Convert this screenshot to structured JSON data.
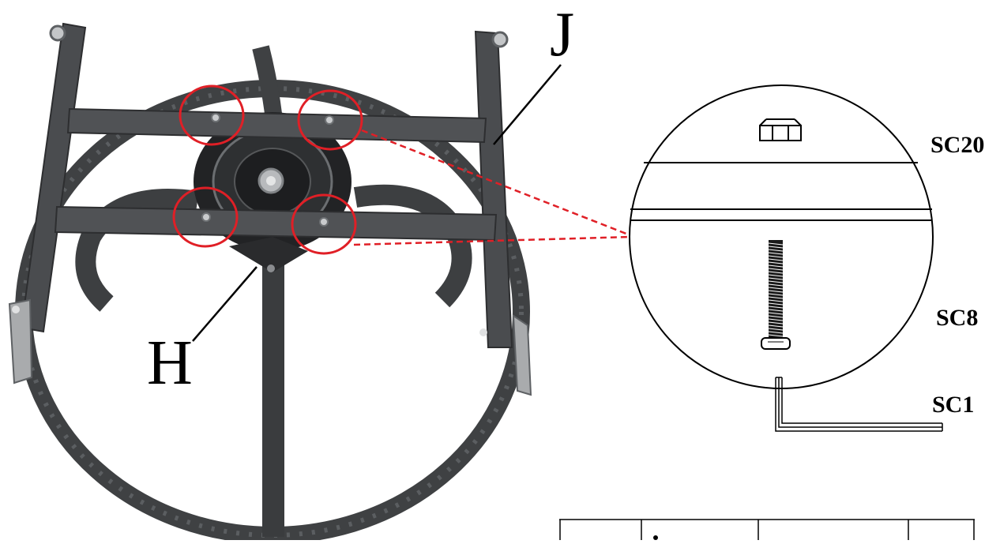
{
  "labels": {
    "part_j": "J",
    "part_h": "H",
    "sc20": "SC20",
    "sc8": "SC8",
    "sc1": "SC1"
  },
  "colors": {
    "frame": "#3f4143",
    "frame_light": "#6b6e71",
    "highlight": "#e01f26",
    "line": "#000000"
  }
}
